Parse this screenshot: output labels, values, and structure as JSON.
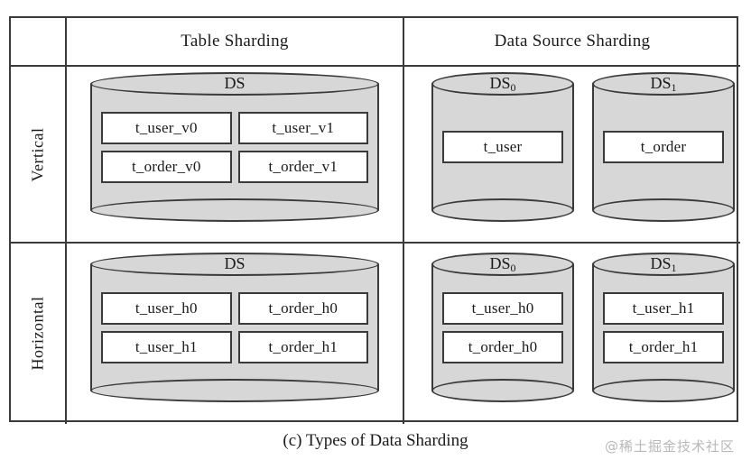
{
  "figure": {
    "caption": "(c) Types of Data Sharding",
    "watermark": "@稀土掘金技术社区"
  },
  "table": {
    "column_headers": [
      "Table Sharding",
      "Data Source Sharding"
    ],
    "row_headers": [
      "Vertical",
      "Horizontal"
    ]
  },
  "cells": {
    "vertical_table_sharding": {
      "databases": [
        {
          "name": "DS",
          "subscript": "",
          "tables": [
            "t_user_v0",
            "t_user_v1",
            "t_order_v0",
            "t_order_v1"
          ]
        }
      ]
    },
    "vertical_data_source_sharding": {
      "databases": [
        {
          "name": "DS",
          "subscript": "0",
          "tables": [
            "t_user"
          ]
        },
        {
          "name": "DS",
          "subscript": "1",
          "tables": [
            "t_order"
          ]
        }
      ]
    },
    "horizontal_table_sharding": {
      "databases": [
        {
          "name": "DS",
          "subscript": "",
          "tables": [
            "t_user_h0",
            "t_order_h0",
            "t_user_h1",
            "t_order_h1"
          ]
        }
      ]
    },
    "horizontal_data_source_sharding": {
      "databases": [
        {
          "name": "DS",
          "subscript": "0",
          "tables": [
            "t_user_h0",
            "t_order_h0"
          ]
        },
        {
          "name": "DS",
          "subscript": "1",
          "tables": [
            "t_user_h1",
            "t_order_h1"
          ]
        }
      ]
    }
  },
  "colors": {
    "cylinder_fill": "#d7d7d7",
    "stroke": "#3a3a3a",
    "chip_fill": "#ffffff",
    "watermark": "#b8b8b8"
  }
}
